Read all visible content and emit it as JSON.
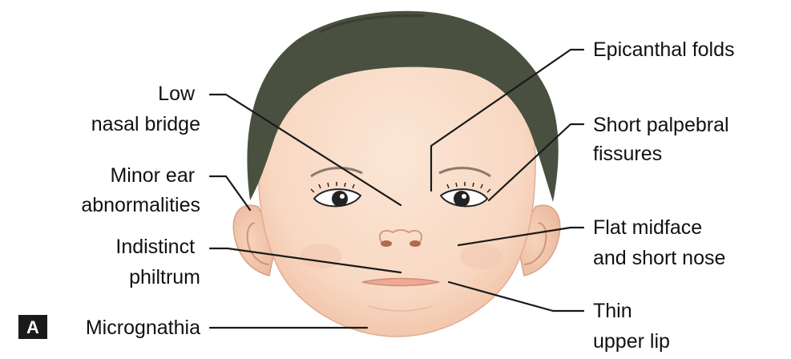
{
  "panel_label": "A",
  "labels": {
    "low_nasal_bridge": [
      "Low",
      "nasal bridge"
    ],
    "minor_ear_abnormalities": [
      "Minor ear",
      "abnormalities"
    ],
    "indistinct_philtrum": [
      "Indistinct",
      "philtrum"
    ],
    "micrognathia": [
      "Micrognathia"
    ],
    "epicanthal_folds": [
      "Epicanthal folds"
    ],
    "short_palpebral_fissures": [
      "Short palpebral",
      "fissures"
    ],
    "flat_midface_short_nose": [
      "Flat midface",
      "and short nose"
    ],
    "thin_upper_lip": [
      "Thin",
      "upper lip"
    ]
  },
  "colors": {
    "skin": "#f9dcc8",
    "skin_shadow": "#f0c2a8",
    "hair": "#4a5040",
    "lip": "#eea894",
    "ink": "#111111",
    "badge": "#1a1a1a"
  }
}
